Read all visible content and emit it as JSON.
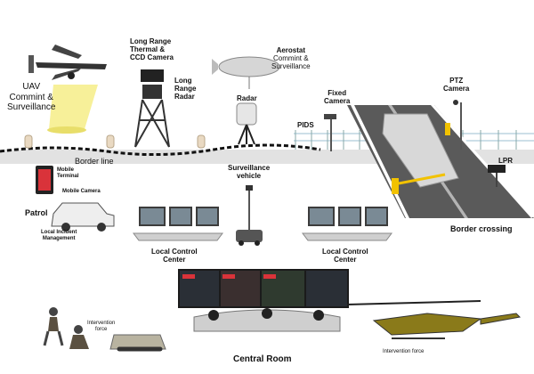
{
  "labels": {
    "uav": [
      "UAV",
      "Commint &",
      "Surveillance"
    ],
    "long_range": [
      "Long Range",
      "Thermal &",
      "CCD Camera"
    ],
    "long_range_radar": [
      "Long",
      "Range",
      "Radar"
    ],
    "aerostat": [
      "Aerostat",
      "Commint &",
      "Surveillance"
    ],
    "radar": "Radar",
    "fixed_camera": [
      "Fixed",
      "Camera"
    ],
    "ptz_camera": [
      "PTZ",
      "Camera"
    ],
    "pids": "PIDS",
    "lpr": "LPR",
    "border_line": "Border line",
    "surveillance_vehicle": [
      "Surveillance",
      "vehicle"
    ],
    "mobile_terminal": [
      "Mobile",
      "Terminal"
    ],
    "mobile_camera": "Mobile Camera",
    "patrol": "Patrol",
    "local_incident": [
      "Local Incident",
      "Management"
    ],
    "local_control_left": [
      "Local Control",
      "Center"
    ],
    "local_control_right": [
      "Local Control",
      "Center"
    ],
    "border_crossing": "Border crossing",
    "intervention_left": [
      "Intervention",
      "force"
    ],
    "intervention_right": "Intervention force",
    "central_room": "Central Room"
  },
  "colors": {
    "ground": "#c8c8c8",
    "road": "#5a5a5a",
    "gate_yellow": "#f2c200",
    "cone_yellow": "#f7ef9a",
    "helicopter": "#8a7a1a",
    "screen_red": "#d9333a"
  }
}
